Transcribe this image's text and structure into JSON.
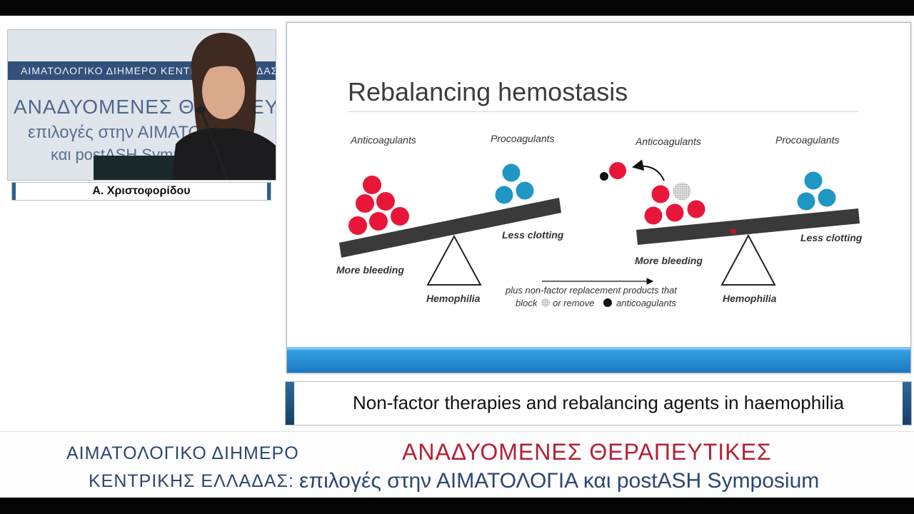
{
  "speaker": {
    "name": "Α. Χριστοφορίδου",
    "backdrop_line1": "ΑΙΜΑΤΟΛΟΓΙΚΟ ΔΙΗΜΕΡΟ ΚΕΝΤΡΙΚΗΣ ΕΛΛΑΔΑΣ:",
    "backdrop_line2": "ΑΝΑΔΥΟΜΕΝΕΣ ΘΕΡΑΠΕΥΤΙΚΕΣ",
    "backdrop_line3": "επιλογές στην ΑΙΜΑΤΟΛΟΓΙΑ",
    "backdrop_line4": "και postASH Symposium"
  },
  "slide": {
    "title": "Rebalancing hemostasis",
    "left_diagram": {
      "anticoagulants_label": "Anticoagulants",
      "procoagulants_label": "Procoagulants",
      "less_clotting": "Less clotting",
      "more_bleeding": "More bleeding",
      "fulcrum_label": "Hemophilia"
    },
    "right_diagram": {
      "anticoagulants_label": "Anticoagulants",
      "procoagulants_label": "Procoagulants",
      "less_clotting": "Less clotting",
      "more_bleeding": "More bleeding",
      "fulcrum_label": "Hemophilia"
    },
    "transition_note_line1": "plus non-factor replacement products that",
    "transition_note_block": "block",
    "transition_note_or_remove": "or remove",
    "transition_note_anticoagulants": "anticoagulants"
  },
  "caption": {
    "text": "Non-factor therapies and rebalancing agents in haemophilia"
  },
  "banner": {
    "left_line1": "ΑΙΜΑΤΟΛΟΓΙΚΟ ΔΙΗΜΕΡΟ",
    "left_line2": "ΚΕΝΤΡΙΚΗΣ ΕΛΛΑΔΑΣ:",
    "right_line1": "ΑΝΑΔΥΟΜΕΝΕΣ ΘΕΡΑΠΕΥΤΙΚΕΣ",
    "right_line2": "επιλογές στην ΑΙΜΑΤΟΛΟΓΙΑ και postASH Symposium"
  },
  "colors": {
    "anticoagulant": "#e8173a",
    "procoagulant": "#1f96c3",
    "beam": "#3a3a3a",
    "banner_red": "#b32035",
    "banner_blue": "#2b4770",
    "footer_blue": "#2b8fd8"
  }
}
